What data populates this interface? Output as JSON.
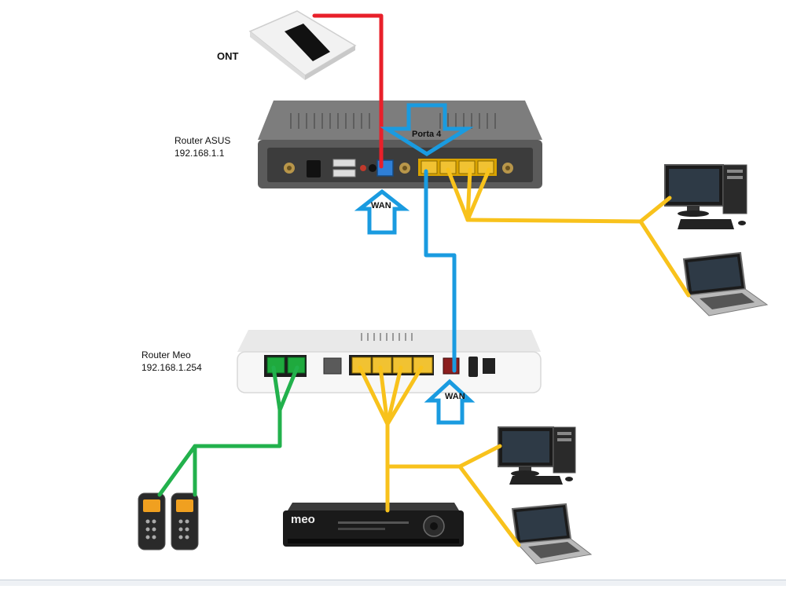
{
  "labels": {
    "ont": "ONT",
    "router_asus_name": "Router ASUS",
    "router_asus_ip": "192.168.1.1",
    "router_meo_name": "Router Meo",
    "router_meo_ip": "192.168.1.254",
    "porta4": "Porta 4",
    "wan_asus": "WAN",
    "wan_meo": "WAN",
    "meo_brand": "meo"
  },
  "cable_colors": {
    "fiber": "#e8202a",
    "uplink": "#1a9be0",
    "lan": "#f8c21c",
    "phone": "#22b14c"
  }
}
